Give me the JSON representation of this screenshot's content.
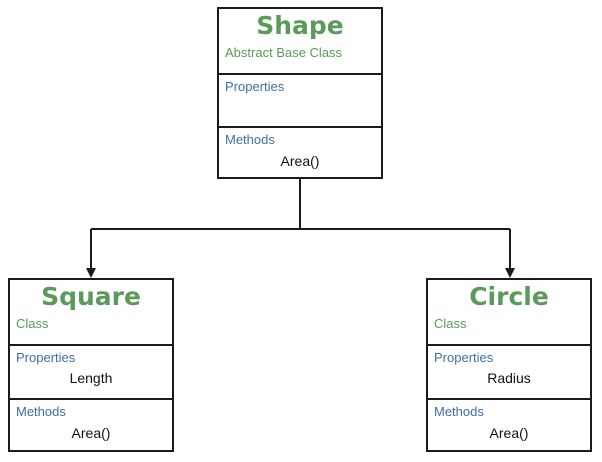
{
  "classes": {
    "shape": {
      "name": "Shape",
      "stereotype": "Abstract Base Class",
      "properties_label": "Properties",
      "properties": [],
      "methods_label": "Methods",
      "methods": [
        "Area()"
      ]
    },
    "square": {
      "name": "Square",
      "stereotype": "Class",
      "properties_label": "Properties",
      "properties": [
        "Length"
      ],
      "methods_label": "Methods",
      "methods": [
        "Area()"
      ]
    },
    "circle": {
      "name": "Circle",
      "stereotype": "Class",
      "properties_label": "Properties",
      "properties": [
        "Radius"
      ],
      "methods_label": "Methods",
      "methods": [
        "Area()"
      ]
    }
  },
  "relations": [
    {
      "from": "shape",
      "to": "square",
      "type": "inheritance"
    },
    {
      "from": "shape",
      "to": "circle",
      "type": "inheritance"
    }
  ],
  "colors": {
    "class_name": "#5a9a5a",
    "section_label": "#3e6fa8",
    "border": "#1a1a1a"
  }
}
